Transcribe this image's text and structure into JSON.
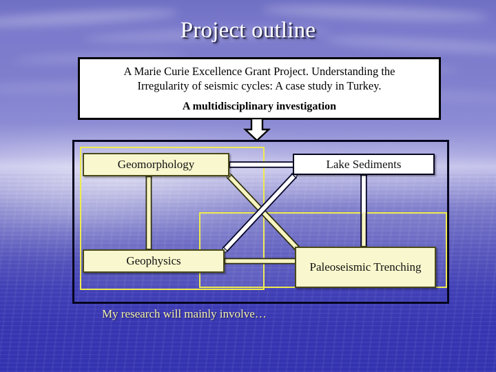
{
  "slide": {
    "title": "Project outline",
    "caption": "My research will mainly involve…"
  },
  "intro": {
    "line1": "A Marie Curie Excellence Grant Project. Understanding the",
    "line2": "Irregularity of seismic cycles: A case study in Turkey.",
    "emphasis": "A multidisciplinary investigation"
  },
  "diagram": {
    "nodes": [
      {
        "id": "geomorphology",
        "label": "Geomorphology",
        "fill": "#f9f7cd",
        "border": "#4a4a18"
      },
      {
        "id": "lake-sediments",
        "label": "Lake Sediments",
        "fill": "#ffffff",
        "border": "#05051f"
      },
      {
        "id": "geophysics",
        "label": "Geophysics",
        "fill": "#f9f7cd",
        "border": "#4a4a18"
      },
      {
        "id": "paleoseismic-trenching",
        "label": "Paleoseismic Trenching",
        "fill": "#f9f7cd",
        "border": "#4a4a18"
      }
    ],
    "connections": [
      {
        "from": "geomorphology",
        "to": "lake-sediments",
        "style": "double-headed",
        "color": "#ffffff"
      },
      {
        "from": "geomorphology",
        "to": "geophysics",
        "style": "double-headed",
        "color": "#f7f4c0"
      },
      {
        "from": "geophysics",
        "to": "paleoseismic-trenching",
        "style": "double-headed",
        "color": "#f7f4c0"
      },
      {
        "from": "lake-sediments",
        "to": "paleoseismic-trenching",
        "style": "double-headed",
        "color": "#ffffff"
      },
      {
        "from": "geomorphology",
        "to": "paleoseismic-trenching",
        "style": "double-headed-diagonal",
        "color": "#f7f4c0"
      },
      {
        "from": "geophysics",
        "to": "lake-sediments",
        "style": "double-headed-diagonal",
        "color": "#ffffff"
      }
    ],
    "flow_arrow": {
      "direction": "down",
      "color": "#ffffff"
    },
    "group_frame_color": "#eeeb4e",
    "outer_frame_color": "#05051f"
  },
  "theme": {
    "background_top": "#7a79cb",
    "background_bottom": "#3433b2",
    "title_color": "#ffffff",
    "caption_color": "#f5f2b0"
  }
}
